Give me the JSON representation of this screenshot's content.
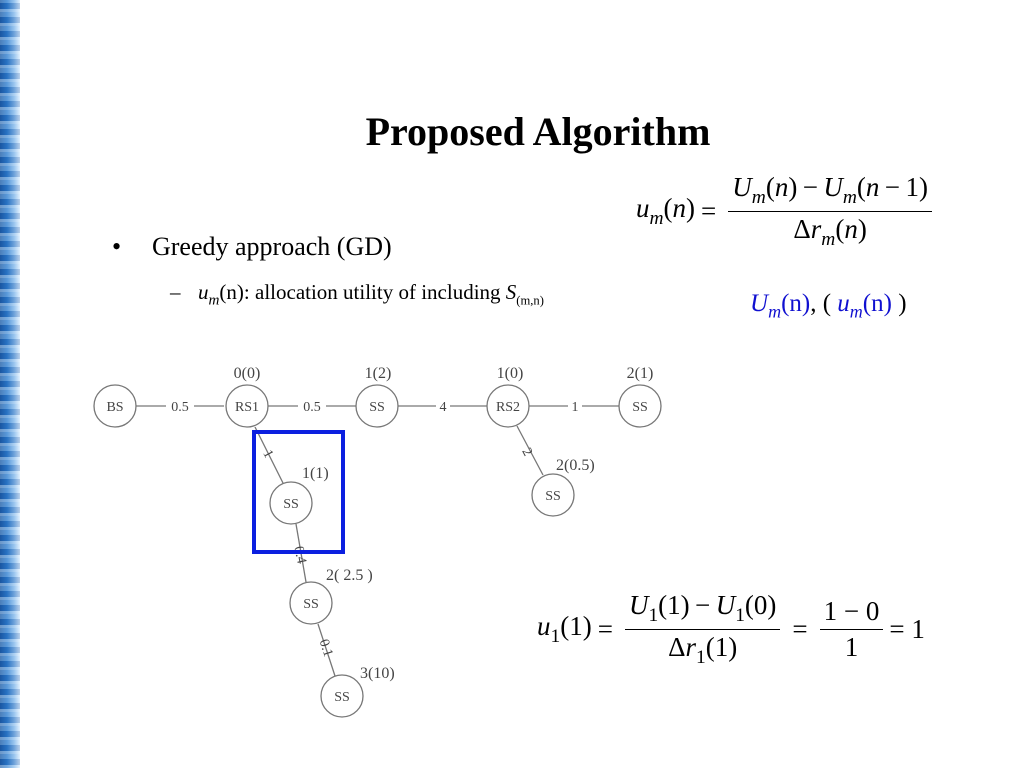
{
  "slide": {
    "title": "Proposed Algorithm",
    "bullet": "Greedy approach (GD)",
    "sub_bullet": {
      "var": "u",
      "var_sub": "m",
      "arg": "(n)",
      "text": ": allocation utility of including ",
      "set": "S",
      "set_sub": "(m,n)"
    },
    "formula_general": {
      "lhs": "u_m(n) =",
      "numerator": "U_m(n) − U_m(n−1)",
      "denominator": "Δr_m(n)"
    },
    "annotation": {
      "U": "U",
      "U_sub": "m",
      "U_arg": "(n)",
      "sep": ", ( ",
      "u": "u",
      "u_sub": "m",
      "u_arg": "(n)",
      "close": " )"
    },
    "formula_example": {
      "lhs": "u_1(1) =",
      "numerator": "U_1(1) − U_1(0)",
      "denominator": "Δr_1(1)",
      "num2": "1 − 0",
      "den2": "1",
      "result": "= 1"
    },
    "colors": {
      "accent_blue": "#1010d0",
      "node_stroke": "#777777",
      "highlight_box": "#0b1fe0"
    }
  },
  "graph": {
    "nodes": [
      {
        "id": "bs",
        "label": "BS",
        "value": ""
      },
      {
        "id": "rs1",
        "label": "RS1",
        "value": "0(0)"
      },
      {
        "id": "ss1",
        "label": "SS",
        "value": "1(2)"
      },
      {
        "id": "rs2",
        "label": "RS2",
        "value": "1(0)"
      },
      {
        "id": "ss2",
        "label": "SS",
        "value": "2(1)"
      },
      {
        "id": "ss3",
        "label": "SS",
        "value": "2(0.5)"
      },
      {
        "id": "ss4",
        "label": "SS",
        "value": "1(1)"
      },
      {
        "id": "ss5",
        "label": "SS",
        "value": "2( 2.5 )"
      },
      {
        "id": "ss6",
        "label": "SS",
        "value": "3(10)"
      }
    ],
    "edges": [
      {
        "from": "bs",
        "to": "rs1",
        "label": "0.5"
      },
      {
        "from": "rs1",
        "to": "ss1",
        "label": "0.5"
      },
      {
        "from": "ss1",
        "to": "rs2",
        "label": "4"
      },
      {
        "from": "rs2",
        "to": "ss2",
        "label": "1"
      },
      {
        "from": "rs2",
        "to": "ss3",
        "label": "2"
      },
      {
        "from": "rs1",
        "to": "ss4",
        "label": "1"
      },
      {
        "from": "ss4",
        "to": "ss5",
        "label": "0.4"
      },
      {
        "from": "ss5",
        "to": "ss6",
        "label": "0.1"
      }
    ]
  }
}
